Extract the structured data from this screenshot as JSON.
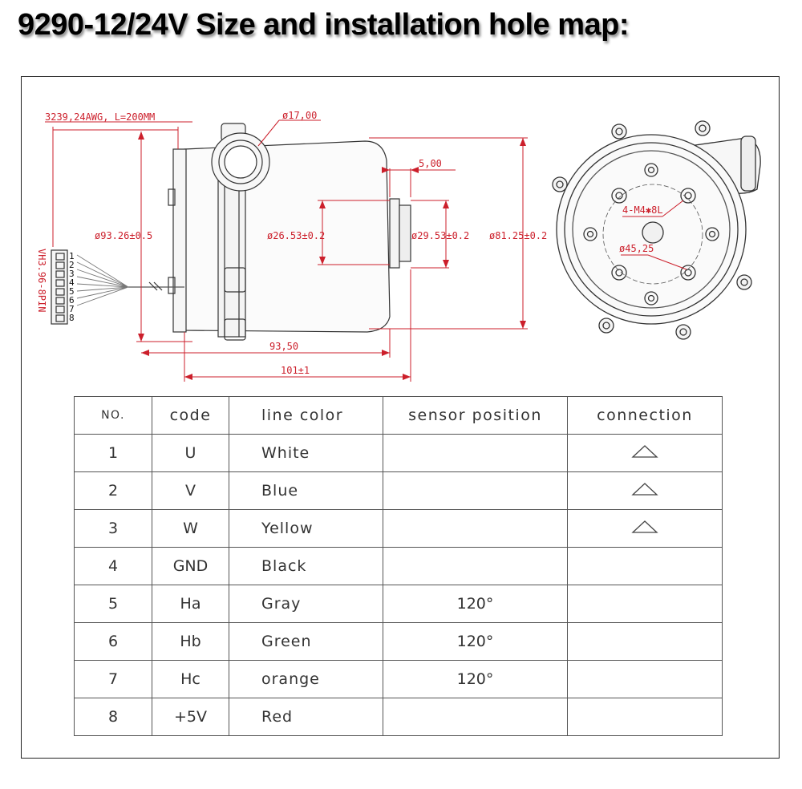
{
  "title": "9290-12/24V Size and installation hole map:",
  "colors": {
    "dimension": "#cc1f2b",
    "line": "#222222"
  },
  "drawing": {
    "wire_note": "3239,24AWG, L=200MM",
    "connector_label": "VH3.96-8PIN",
    "connector_pins": [
      "1",
      "2",
      "3",
      "4",
      "5",
      "6",
      "7",
      "8"
    ],
    "dim_port": "ø17,00",
    "dim_offset": "5,00",
    "dim_body_dia": "ø93.26±0.5",
    "dim_inner_dia": "ø26.53±0.2",
    "dim_hub_dia": "ø29.53±0.2",
    "dim_housing_dia": "ø81.25±0.2",
    "dim_length_1": "93,50",
    "dim_length_2": "101±1",
    "dim_holes": "4-M4✱8L",
    "dim_pcd": "ø45,25"
  },
  "table": {
    "headers": [
      "NO.",
      "code",
      "line color",
      "sensor position",
      "connection"
    ],
    "rows": [
      {
        "no": "1",
        "code": "U",
        "color": "White",
        "sensor": "",
        "connection": "triangle"
      },
      {
        "no": "2",
        "code": "V",
        "color": "Blue",
        "sensor": "",
        "connection": "triangle"
      },
      {
        "no": "3",
        "code": "W",
        "color": "Yellow",
        "sensor": "",
        "connection": "triangle"
      },
      {
        "no": "4",
        "code": "GND",
        "color": "Black",
        "sensor": "",
        "connection": ""
      },
      {
        "no": "5",
        "code": "Ha",
        "color": "Gray",
        "sensor": "120°",
        "connection": ""
      },
      {
        "no": "6",
        "code": "Hb",
        "color": "Green",
        "sensor": "120°",
        "connection": ""
      },
      {
        "no": "7",
        "code": "Hc",
        "color": "orange",
        "sensor": "120°",
        "connection": ""
      },
      {
        "no": "8",
        "code": "+5V",
        "color": "Red",
        "sensor": "",
        "connection": ""
      }
    ]
  }
}
